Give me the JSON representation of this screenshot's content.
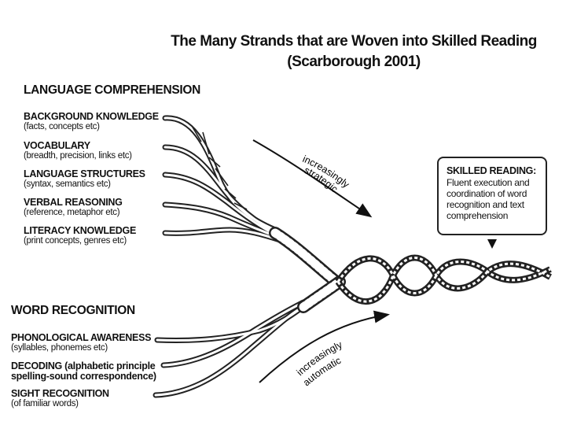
{
  "title_line1": "The Many Strands that are Woven into Skilled Reading",
  "title_line2": "(Scarborough 2001)",
  "language": {
    "heading": "LANGUAGE COMPREHENSION",
    "items": [
      {
        "label": "BACKGROUND KNOWLEDGE",
        "sub": "(facts, concepts etc)"
      },
      {
        "label": "VOCABULARY",
        "sub": "(breadth, precision, links etc)"
      },
      {
        "label": "LANGUAGE STRUCTURES",
        "sub": "(syntax, semantics etc)"
      },
      {
        "label": "VERBAL REASONING",
        "sub": "(reference, metaphor etc)"
      },
      {
        "label": "LITERACY KNOWLEDGE",
        "sub": "(print concepts, genres etc)"
      }
    ]
  },
  "word": {
    "heading": "WORD RECOGNITION",
    "items": [
      {
        "label": "PHONOLOGICAL AWARENESS",
        "sub": "(syllables, phonemes etc)"
      },
      {
        "label": "DECODING (alphabetic principle",
        "line2": "spelling-sound correspondence)"
      },
      {
        "label": "SIGHT RECOGNITION",
        "sub": "(of familiar words)"
      }
    ]
  },
  "arrow_upper_label": [
    "increasingly",
    "strategic"
  ],
  "arrow_lower_label": [
    "increasingly",
    "automatic"
  ],
  "callout": {
    "title": "SKILLED READING:",
    "body": "Fluent execution and coordination of word recognition and text comprehension"
  }
}
